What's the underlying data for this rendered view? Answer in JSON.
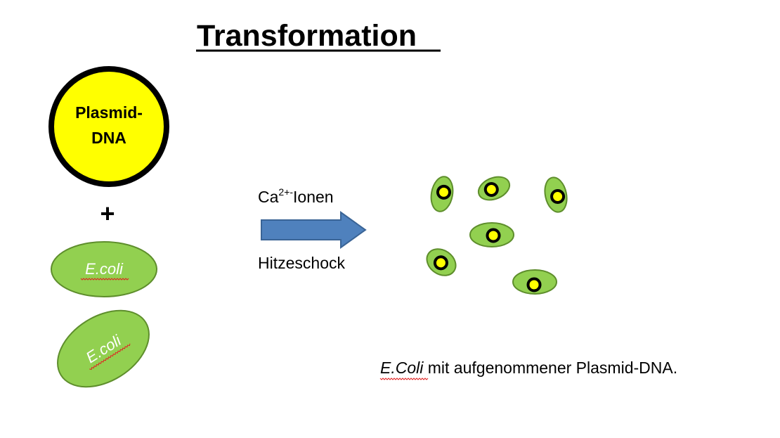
{
  "title": "Transformation",
  "plasmid": {
    "line1": "Plasmid-",
    "line2": "DNA",
    "fill_color": "#FFFF00"
  },
  "plus_sign": "+",
  "ecoli_cells": [
    {
      "label": "E.coli"
    },
    {
      "label": "E.coli"
    }
  ],
  "process": {
    "ion_prefix": "Ca",
    "ion_charge": "2+-",
    "ion_suffix": "Ionen",
    "heat_shock": "Hitzeschock",
    "arrow_color": "#4F81BD"
  },
  "colors": {
    "cell_fill": "#92D050",
    "cell_border": "#5E8E2C",
    "plasmid_ring": "#000000",
    "plasmid_core": "#FFFF00"
  },
  "result_caption": {
    "italic": "E.Coli",
    "rest": " mit aufgenommener Plasmid-DNA."
  }
}
